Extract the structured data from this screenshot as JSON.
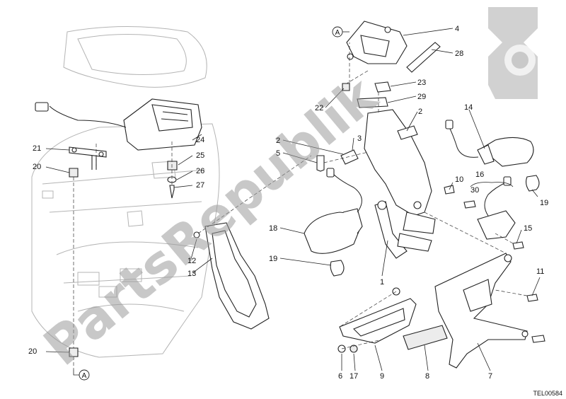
{
  "watermark": "PartsRepublik",
  "diagram_code": "TEL00584",
  "ref_marker": "A",
  "labels": {
    "n1": "1",
    "n2a": "2",
    "n2b": "2",
    "n3": "3",
    "n4": "4",
    "n5": "5",
    "n6": "6",
    "n7": "7",
    "n8": "8",
    "n9": "9",
    "n10": "10",
    "n11": "11",
    "n12": "12",
    "n13": "13",
    "n14": "14",
    "n15": "15",
    "n16": "16",
    "n17": "17",
    "n18": "18",
    "n19a": "19",
    "n19b": "19",
    "n20a": "20",
    "n20b": "20",
    "n21": "21",
    "n22": "22",
    "n23": "23",
    "n24": "24",
    "n25": "25",
    "n26": "26",
    "n27": "27",
    "n28": "28",
    "n29": "29",
    "n30": "30"
  },
  "colors": {
    "line": "#222222",
    "ghost": "#b4b4b4",
    "watermark": "#9a9a9a"
  }
}
